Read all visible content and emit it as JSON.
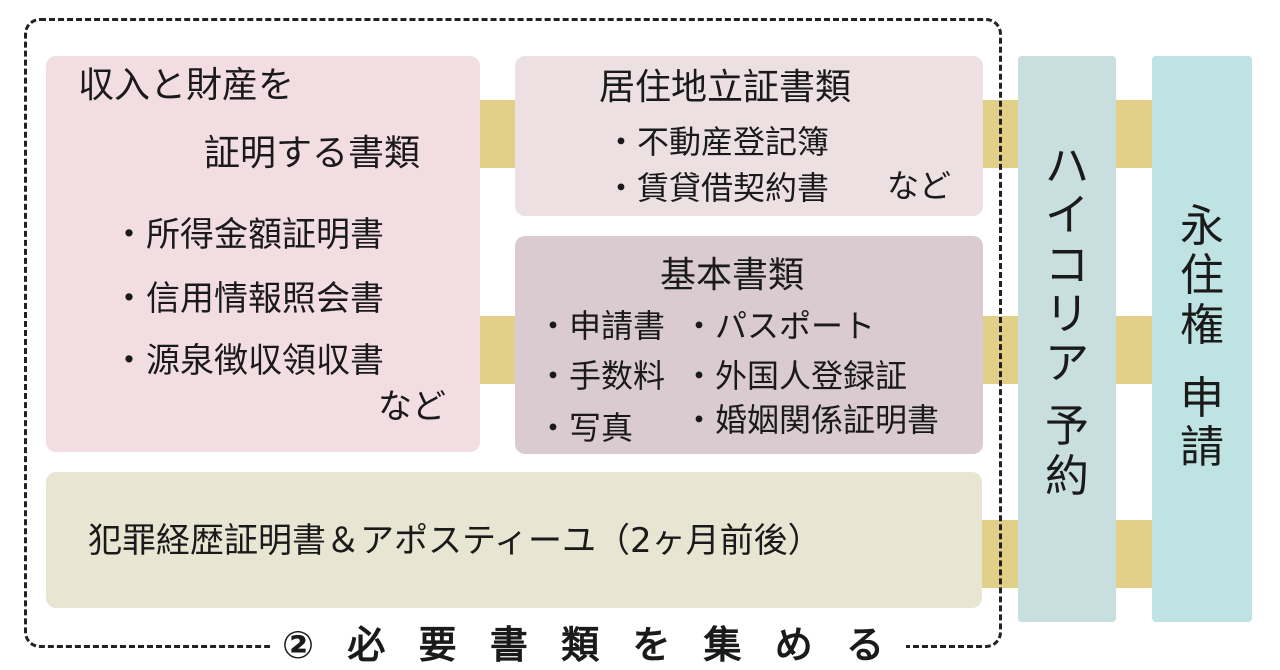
{
  "colors": {
    "income_box": "#f2dde3",
    "residence_box": "#ece0e3",
    "basic_box": "#d9cbd0",
    "criminal_box": "#e9e5d3",
    "highcoria_box": "#c9dedf",
    "permanent_box": "#bfe3e2",
    "connector": "#e2d089"
  },
  "income": {
    "title_line1": "収入と財産を",
    "title_line2": "証明する書類",
    "items": [
      "・所得金額証明書",
      "・信用情報照会書",
      "・源泉徴収領収書"
    ],
    "suffix": "など"
  },
  "residence": {
    "title": "居住地立証書類",
    "items": [
      "・不動産登記簿",
      "・賃貸借契約書"
    ],
    "suffix": "など"
  },
  "basic": {
    "title": "基本書類",
    "left_items": [
      "・申請書",
      "・手数料",
      "・写真"
    ],
    "right_items": [
      "・パスポート",
      "・外国人登録証",
      "・婚姻関係証明書"
    ]
  },
  "criminal": {
    "label": "犯罪経歴証明書＆アポスティーユ（2ヶ月前後）"
  },
  "highcoria": {
    "chars": [
      "ハ",
      "イ",
      "コ",
      "リ",
      "ア",
      "　",
      "予",
      "約"
    ]
  },
  "permanent": {
    "chars": [
      "永",
      "住",
      "権",
      "　",
      "申",
      "請"
    ]
  },
  "frame_label": "② 必 要 書 類 を 集 め る"
}
